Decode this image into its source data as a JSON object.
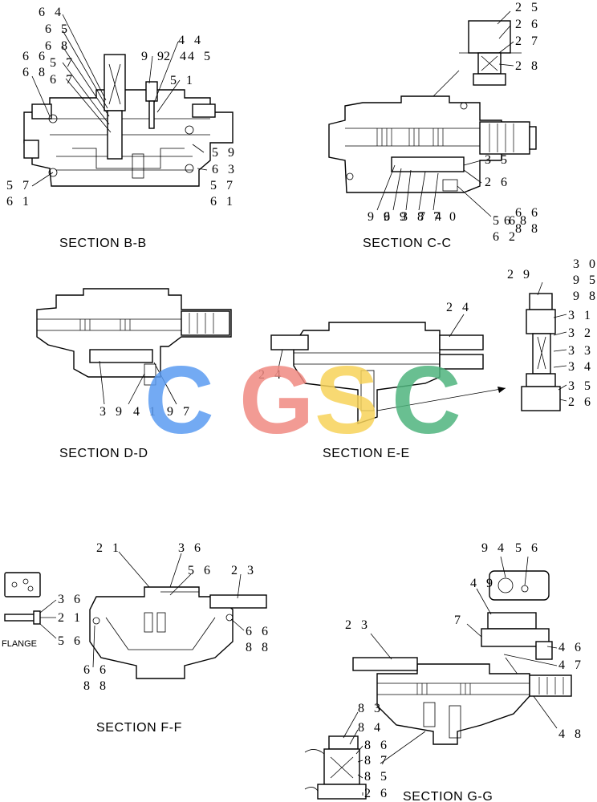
{
  "sections": {
    "bb": {
      "caption": "SECTION   B-B",
      "labels": [
        "6 4",
        "6 5",
        "6 8",
        "6 6",
        "5 7",
        "6 7",
        "6 8",
        "9 9",
        "2 4",
        "4 4",
        "4 5",
        "5 1",
        "5 9",
        "6 3",
        "5 7",
        "6 1",
        "5 7",
        "6 1"
      ]
    },
    "cc": {
      "caption": "SECTION   C-C",
      "labels": [
        "2 5",
        "2 6",
        "2 7",
        "2 8",
        "3 5",
        "2 6",
        "9 9",
        "6 9",
        "3 8",
        "7 4",
        "7 0",
        "6 6",
        "5 6",
        "8 8",
        "6 2",
        "6 8"
      ]
    },
    "dd": {
      "caption": "SECTION   D-D",
      "labels": [
        "3 9",
        "4 1",
        "9 7"
      ]
    },
    "ee": {
      "caption": "SECTION   E-E",
      "labels": [
        "2 4",
        "2 4",
        "2 9",
        "3 0",
        "9 5",
        "9 8",
        "3 1",
        "3 2",
        "3 3",
        "3 4",
        "3 5",
        "2 6"
      ]
    },
    "ff": {
      "caption": "SECTION   F-F",
      "flange_label": "FLANGE",
      "labels": [
        "2 1",
        "3 6",
        "5 6",
        "2 3",
        "3 6",
        "2 1",
        "5 6",
        "6 6",
        "8 8",
        "6 6",
        "8 8"
      ]
    },
    "gg": {
      "caption": "SECTION   G-G",
      "labels": [
        "9 4",
        "5 6",
        "4 9",
        "7",
        "2 3",
        "4 6",
        "4 7",
        "4 8",
        "8 3",
        "8 4",
        "8 6",
        "8 7",
        "8 5",
        "2 6"
      ]
    }
  },
  "watermark": {
    "letters": [
      "C",
      "G",
      "S",
      "C"
    ],
    "colors": [
      "#5b9cf2",
      "#f08a82",
      "#f7d35a",
      "#4fb57e"
    ]
  }
}
